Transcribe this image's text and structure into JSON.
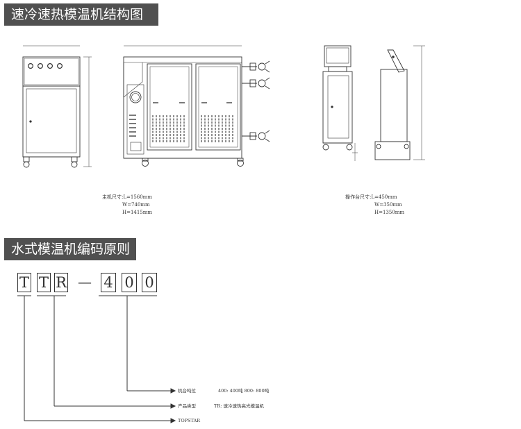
{
  "sections": {
    "structure_title": "速冷速热模温机结构图",
    "coding_title": "水式模温机编码原则"
  },
  "main_unit_dims": {
    "label": "主机尺寸:L=1560mm",
    "width": "W=740mm",
    "height": "H=1415mm"
  },
  "console_dims": {
    "label": "操作台尺寸:L=450mm",
    "width": "W=350mm",
    "height": "H=1350mm"
  },
  "model_code": {
    "chars": [
      "T",
      "T",
      "R",
      "—",
      "4",
      "0",
      "0"
    ]
  },
  "code_legend": [
    {
      "field": "机台吨位",
      "meaning": "400: 400吨    800: 800吨"
    },
    {
      "field": "产品类型",
      "meaning": "TR: 速冷速热高光模温机"
    },
    {
      "field": "TOPSTAR",
      "meaning": ""
    }
  ],
  "colors": {
    "banner_bg": "#505050",
    "banner_text": "#ffffff",
    "line": "#333333"
  }
}
